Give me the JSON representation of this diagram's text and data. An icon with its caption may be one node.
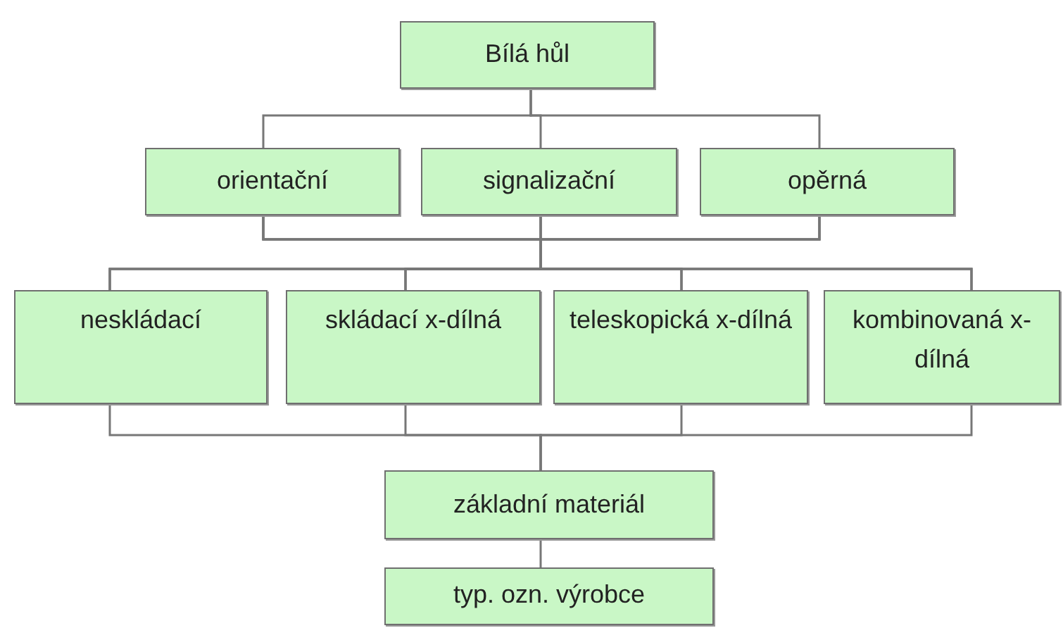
{
  "diagram": {
    "nodes": [
      {
        "text": [
          "Bílá hůl"
        ]
      },
      {
        "text": [
          "orientační"
        ]
      },
      {
        "text": [
          "signalizační"
        ]
      },
      {
        "text": [
          "opěrná"
        ]
      },
      {
        "text": [
          "neskládací"
        ]
      },
      {
        "text": [
          "skládací x-dílná"
        ]
      },
      {
        "text": [
          "teleskopická x-dílná"
        ]
      },
      {
        "text": [
          "kombinovaná x-dílná"
        ]
      },
      {
        "text": [
          "základní materiál"
        ]
      },
      {
        "text": [
          "typ. ozn. výrobce"
        ]
      }
    ],
    "edges": [
      {
        "from": 0,
        "to": 1,
        "arrow": "none"
      },
      {
        "from": 0,
        "to": 2,
        "arrow": "none"
      },
      {
        "from": 0,
        "to": 3,
        "arrow": "none"
      },
      {
        "from": 1,
        "to": 4,
        "arrow": "none"
      },
      {
        "from": 1,
        "to": 5,
        "arrow": "none"
      },
      {
        "from": 1,
        "to": 6,
        "arrow": "none"
      },
      {
        "from": 1,
        "to": 7,
        "arrow": "none"
      },
      {
        "from": 2,
        "to": 4,
        "arrow": "none"
      },
      {
        "from": 2,
        "to": 5,
        "arrow": "none"
      },
      {
        "from": 2,
        "to": 6,
        "arrow": "none"
      },
      {
        "from": 2,
        "to": 7,
        "arrow": "none"
      },
      {
        "from": 3,
        "to": 4,
        "arrow": "none"
      },
      {
        "from": 3,
        "to": 5,
        "arrow": "none"
      },
      {
        "from": 3,
        "to": 6,
        "arrow": "none"
      },
      {
        "from": 3,
        "to": 7,
        "arrow": "none"
      },
      {
        "from": 4,
        "to": 8,
        "arrow": "none"
      },
      {
        "from": 5,
        "to": 8,
        "arrow": "none"
      },
      {
        "from": 6,
        "to": 8,
        "arrow": "none"
      },
      {
        "from": 7,
        "to": 8,
        "arrow": "none"
      },
      {
        "from": 8,
        "to": 9,
        "arrow": "none"
      }
    ]
  }
}
